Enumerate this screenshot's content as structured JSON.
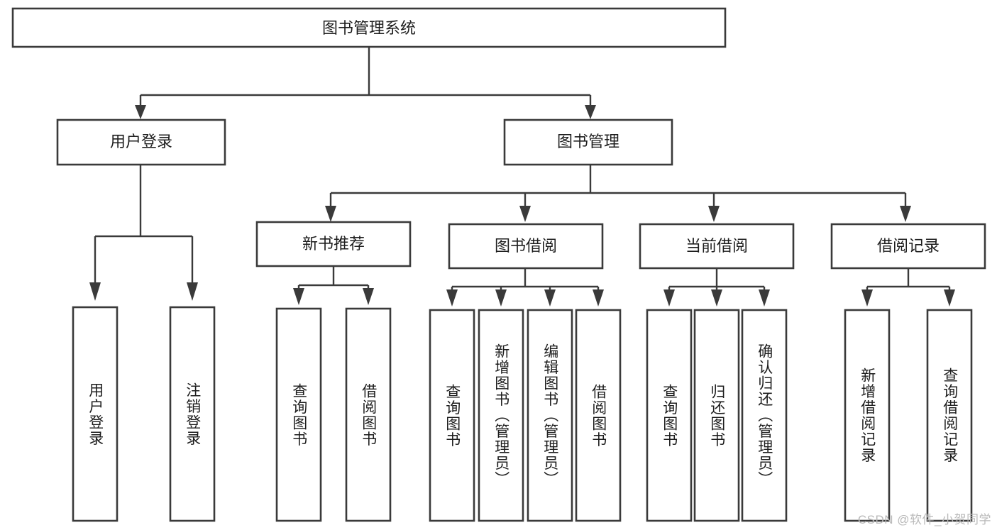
{
  "diagram": {
    "title": "图书管理系统",
    "type": "tree",
    "orientation": "top-down",
    "colors": {
      "box_stroke": "#3a3a3a",
      "box_fill": "#ffffff",
      "text": "#1d1d1d",
      "background": "#ffffff",
      "watermark": "#b9b9b9"
    }
  },
  "root": {
    "label": "图书管理系统"
  },
  "level2": [
    {
      "label": "用户登录"
    },
    {
      "label": "图书管理"
    }
  ],
  "level3": [
    {
      "label": "新书推荐"
    },
    {
      "label": "图书借阅"
    },
    {
      "label": "当前借阅"
    },
    {
      "label": "借阅记录"
    }
  ],
  "leaves": {
    "user_login": [
      {
        "label": "用户登录"
      },
      {
        "label": "注销登录"
      }
    ],
    "new_book": [
      {
        "label": "查询图书"
      },
      {
        "label": "借阅图书"
      }
    ],
    "book_borrow": [
      {
        "label": "查询图书"
      },
      {
        "label": "新增图书（管理员）"
      },
      {
        "label": "编辑图书（管理员）"
      },
      {
        "label": "借阅图书"
      }
    ],
    "current_borrow": [
      {
        "label": "查询图书"
      },
      {
        "label": "归还图书"
      },
      {
        "label": "确认归还（管理员）"
      }
    ],
    "borrow_record": [
      {
        "label": "新增借阅记录"
      },
      {
        "label": "查询借阅记录"
      }
    ]
  },
  "watermark": {
    "text": "CSDN @软件_小贺同学"
  }
}
